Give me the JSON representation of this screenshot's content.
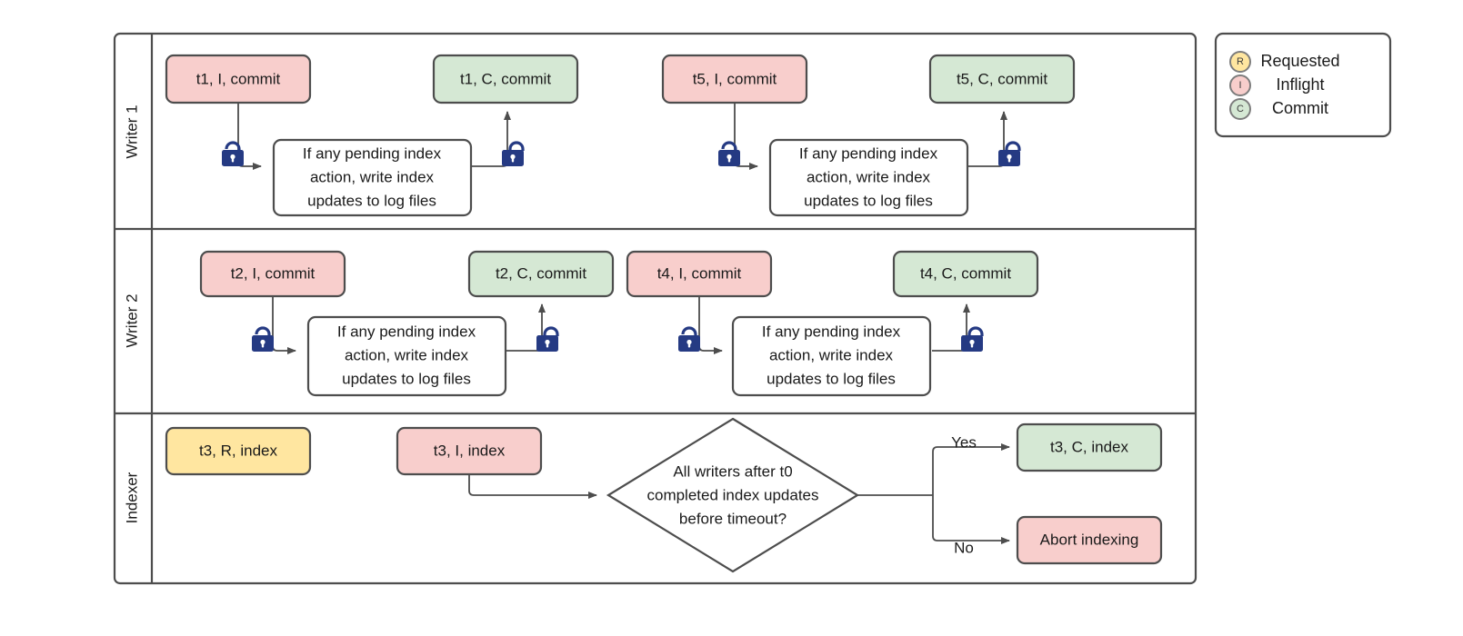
{
  "diagram": {
    "title": "Writer/Indexer swimlane flowchart",
    "colors": {
      "inflight_fill": "#f8cecc",
      "commit_fill": "#d5e8d4",
      "requested_fill": "#ffe6a0",
      "plain_fill": "#ffffff",
      "stroke": "#4d4d4d",
      "lock_color": "#253a83",
      "text": "#1a1a1a"
    },
    "lanes": [
      {
        "id": "writer1",
        "label": "Writer 1"
      },
      {
        "id": "writer2",
        "label": "Writer 2"
      },
      {
        "id": "indexer",
        "label": "Indexer"
      }
    ],
    "shared_process_text": {
      "line1": "If any pending index",
      "line2": "action, write index",
      "line3": "updates to log files"
    },
    "nodes": {
      "writer1": [
        {
          "name": "t1-inflight-commit",
          "label": "t1, I, commit",
          "state": "inflight"
        },
        {
          "name": "writer1-process-1",
          "label": "If any pending index action, write index updates to log files",
          "state": "plain"
        },
        {
          "name": "t1-commit-commit",
          "label": "t1, C, commit",
          "state": "commit"
        },
        {
          "name": "t5-inflight-commit",
          "label": "t5, I, commit",
          "state": "inflight"
        },
        {
          "name": "writer1-process-2",
          "label": "If any pending index action, write index updates to log files",
          "state": "plain"
        },
        {
          "name": "t5-commit-commit",
          "label": "t5, C, commit",
          "state": "commit"
        }
      ],
      "writer2": [
        {
          "name": "t2-inflight-commit",
          "label": "t2, I, commit",
          "state": "inflight"
        },
        {
          "name": "writer2-process-1",
          "label": "If any pending index action, write index updates to log files",
          "state": "plain"
        },
        {
          "name": "t2-commit-commit",
          "label": "t2, C, commit",
          "state": "commit"
        },
        {
          "name": "t4-inflight-commit",
          "label": "t4, I, commit",
          "state": "inflight"
        },
        {
          "name": "writer2-process-2",
          "label": "If any pending index action, write index updates to log files",
          "state": "plain"
        },
        {
          "name": "t4-commit-commit",
          "label": "t4, C, commit",
          "state": "commit"
        }
      ],
      "indexer": [
        {
          "name": "t3-requested-index",
          "label": "t3, R, index",
          "state": "requested"
        },
        {
          "name": "t3-inflight-index",
          "label": "t3, I, index",
          "state": "inflight"
        },
        {
          "name": "timeout-decision",
          "label": "All writers after t0 completed index updates before timeout?",
          "state": "decision"
        },
        {
          "name": "t3-commit-index",
          "label": "t3, C, index",
          "state": "commit"
        },
        {
          "name": "abort-indexing",
          "label": "Abort indexing",
          "state": "inflight"
        }
      ]
    },
    "decision": {
      "line1": "All writers after t0",
      "line2": "completed index updates",
      "line3": "before timeout?",
      "yes_label": "Yes",
      "no_label": "No"
    },
    "icons": {
      "lock_closed": "lock-closed-icon",
      "lock_open": "lock-open-icon"
    },
    "legend": {
      "items": [
        {
          "badge": "R",
          "label": "Requested",
          "color": "#ffe6a0"
        },
        {
          "badge": "I",
          "label": "Inflight",
          "color": "#f8cecc"
        },
        {
          "badge": "C",
          "label": "Commit",
          "color": "#d5e8d4"
        }
      ]
    }
  }
}
